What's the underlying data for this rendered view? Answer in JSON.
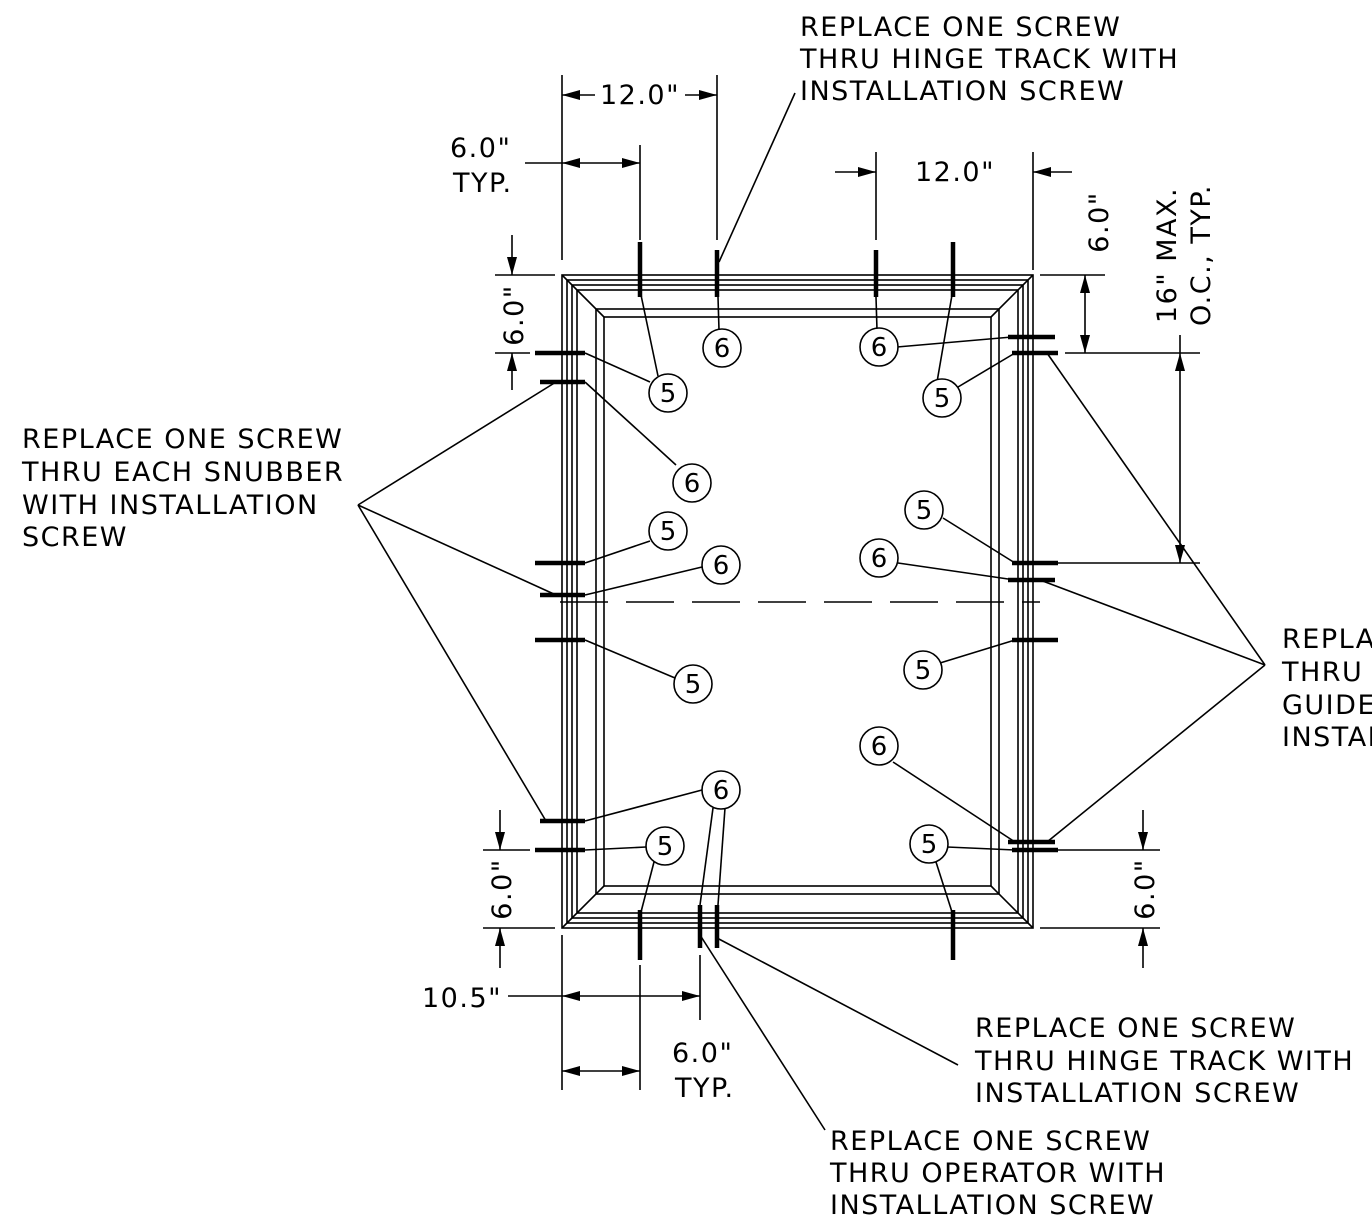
{
  "notes": {
    "hinge_track_top": [
      "REPLACE ONE SCREW",
      "THRU HINGE TRACK  WITH",
      "INSTALLATION SCREW"
    ],
    "snubber": [
      "REPLACE ONE SCREW",
      "THRU EACH SNUBBER",
      "WITH  INSTALLATION",
      "SCREW"
    ],
    "guide_right": [
      "REPLA",
      "THRU",
      "GUIDE",
      "INSTAL"
    ],
    "hinge_track_bottom": [
      "REPLACE ONE SCREW",
      "THRU HINGE TRACK  WITH",
      "INSTALLATION SCREW"
    ],
    "operator": [
      "REPLACE ONE SCREW",
      "THRU OPERATOR WITH",
      "INSTALLATION SCREW"
    ]
  },
  "dimensions": {
    "top_left_12": "12.0\"",
    "top_left_6": "6.0\"",
    "top_left_6_typ": "TYP.",
    "top_right_12": "12.0\"",
    "top_right_6_vertical": "6.0\"",
    "right_16_max": "16\" MAX.",
    "right_oc_typ": "O.C., TYP.",
    "left_upper_6": "6.0\"",
    "left_lower_6": "6.0\"",
    "right_lower_6": "6.0\"",
    "bottom_10_5": "10.5\"",
    "bottom_6": "6.0\"",
    "bottom_6_typ": "TYP."
  },
  "callouts": {
    "screw_5": "5",
    "screw_6": "6"
  }
}
